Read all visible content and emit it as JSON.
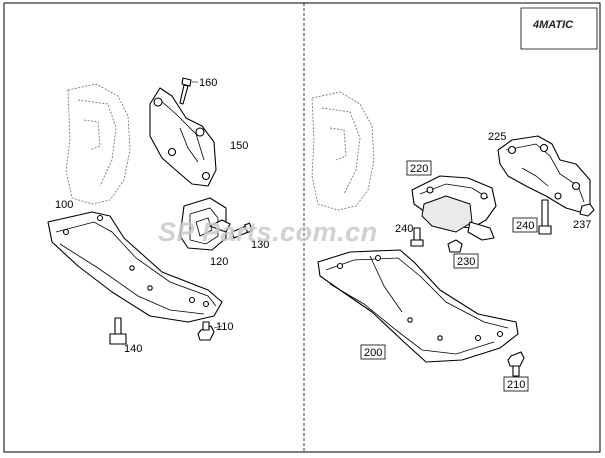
{
  "badge": {
    "text": "4MATIC"
  },
  "watermark": {
    "text": "SP Parts.com.cn"
  },
  "left_panel": {
    "callouts": {
      "c160": "160",
      "c150": "150",
      "c100": "100",
      "c120": "120",
      "c130": "130",
      "c110": "110",
      "c140": "140"
    }
  },
  "right_panel": {
    "callouts": {
      "c225": "225",
      "c220": "220",
      "c240a": "240",
      "c240b": "240",
      "c237": "237",
      "c230": "230",
      "c200": "200",
      "c210": "210"
    }
  }
}
